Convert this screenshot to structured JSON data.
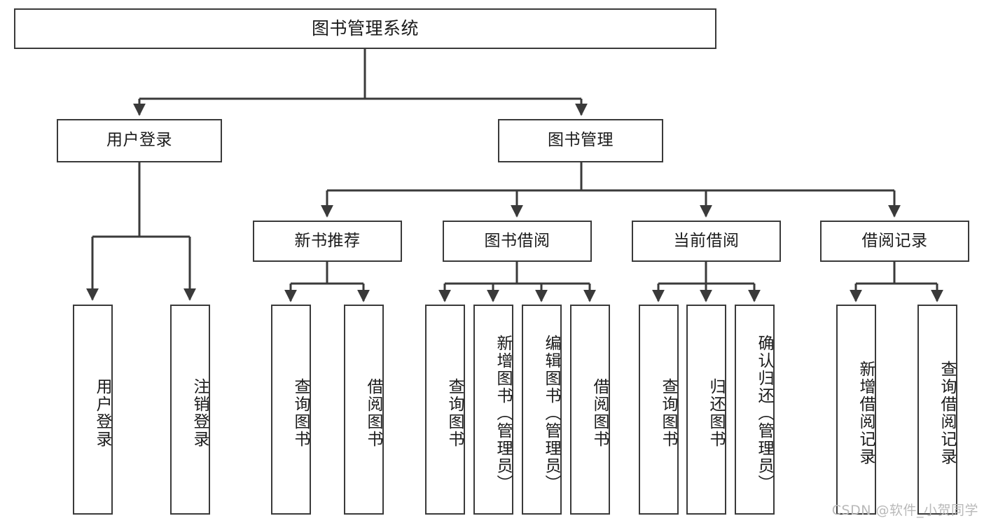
{
  "diagram": {
    "type": "tree",
    "title": "图书管理系统",
    "orientation": "top-down",
    "edge_color": "#3a3a3a",
    "box_border_color": "#3a3a3a",
    "box_fill_color": "#ffffff",
    "text_color": "#1b1b1b"
  },
  "root": {
    "label": "图书管理系统"
  },
  "level2": [
    {
      "label": "用户登录"
    },
    {
      "label": "图书管理"
    }
  ],
  "level3": [
    {
      "label": "新书推荐"
    },
    {
      "label": "图书借阅"
    },
    {
      "label": "当前借阅"
    },
    {
      "label": "借阅记录"
    }
  ],
  "leaves": {
    "user_login": [
      {
        "label": "用户登录"
      },
      {
        "label": "注销登录"
      }
    ],
    "new_book_recommend": [
      {
        "label": "查询图书"
      },
      {
        "label": "借阅图书"
      }
    ],
    "book_borrow": [
      {
        "label": "查询图书"
      },
      {
        "label": "新增图书（管理员）"
      },
      {
        "label": "编辑图书（管理员）"
      },
      {
        "label": "借阅图书"
      }
    ],
    "current_borrow": [
      {
        "label": "查询图书"
      },
      {
        "label": "归还图书"
      },
      {
        "label": "确认归还（管理员）"
      }
    ],
    "borrow_record": [
      {
        "label": "新增借阅记录"
      },
      {
        "label": "查询借阅记录"
      }
    ]
  },
  "watermark": {
    "text": "CSDN @软件_小贺同学"
  }
}
